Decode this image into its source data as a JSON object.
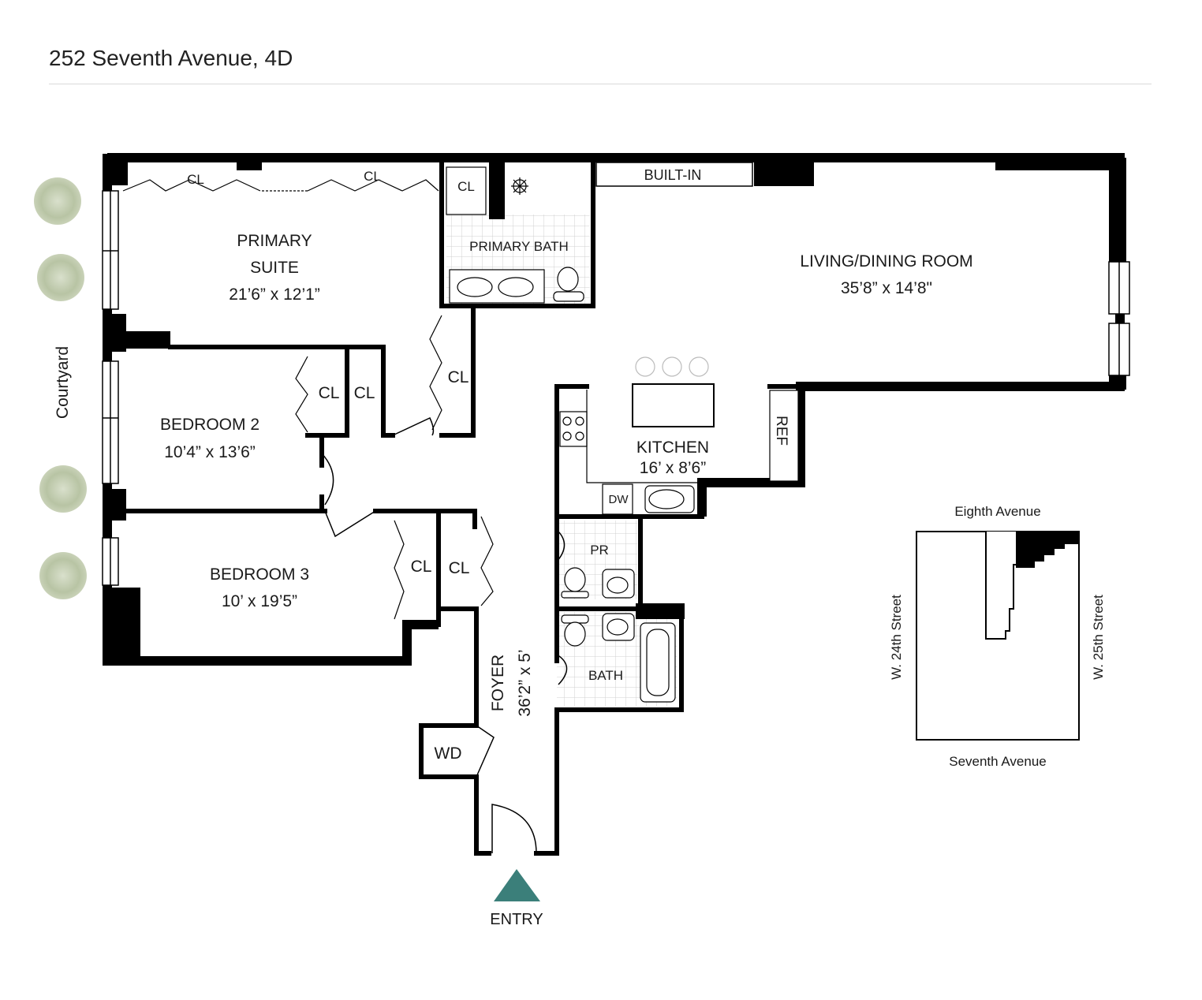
{
  "header": {
    "title": "252 Seventh Avenue, 4D"
  },
  "rooms": {
    "primary_suite": {
      "name_line1": "PRIMARY",
      "name_line2": "SUITE",
      "size": "21’6” x 12’1”"
    },
    "primary_bath": {
      "name": "PRIMARY BATH"
    },
    "living": {
      "name": "LIVING/DINING ROOM",
      "size": "35’8” x 14’8\""
    },
    "bedroom2": {
      "name": "BEDROOM 2",
      "size": "10’4” x 13’6”"
    },
    "bedroom3": {
      "name": "BEDROOM 3",
      "size": "10’ x 19’5”"
    },
    "kitchen": {
      "name": "KITCHEN",
      "size": "16’ x 8’6”"
    },
    "foyer": {
      "name": "FOYER",
      "size": "36’2” x 5’"
    },
    "powder": {
      "name": "PR"
    },
    "bath": {
      "name": "BATH"
    }
  },
  "fixtures": {
    "closet": "CL",
    "built_in": "BUILT-IN",
    "refrigerator": "REF",
    "dishwasher": "DW",
    "washer_dryer": "WD"
  },
  "entry": {
    "label": "ENTRY",
    "marker_color": "#3b7f7a"
  },
  "courtyard": {
    "label": "Courtyard"
  },
  "site_map": {
    "north": "Eighth Avenue",
    "south": "Seventh Avenue",
    "west": "W. 24th Street",
    "east": "W. 25th Street"
  },
  "colors": {
    "wall": "#000000",
    "tile": "#d0d0d0",
    "tree": "#b9c6a6",
    "rule": "#d9d9d9"
  }
}
